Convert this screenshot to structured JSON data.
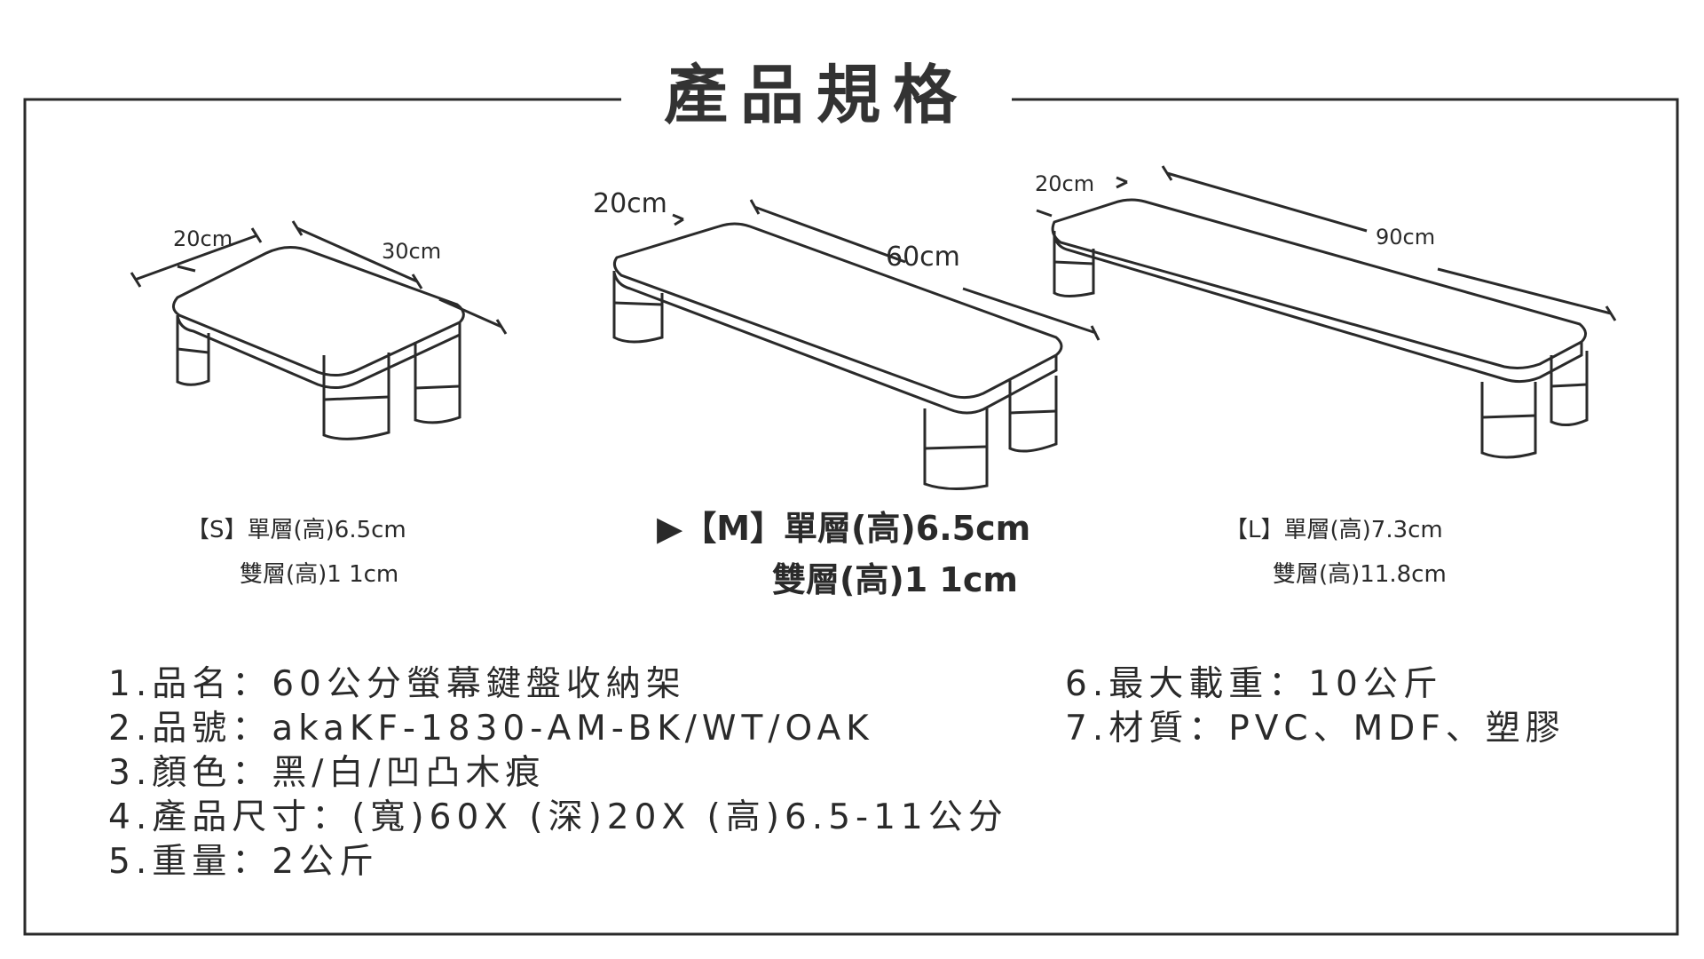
{
  "title": "產品規格",
  "products": {
    "s": {
      "dims": {
        "depth": "20cm",
        "width": "30cm"
      },
      "line1": "【S】單層(高)6.5cm",
      "line2": "雙層(高)1 1cm"
    },
    "m": {
      "dims": {
        "depth": "20cm",
        "width": "60cm"
      },
      "marker": "▶",
      "line1": "【M】單層(高)6.5cm",
      "line2": "雙層(高)1 1cm"
    },
    "l": {
      "dims": {
        "depth": "20cm",
        "width": "90cm"
      },
      "line1": "【L】單層(高)7.3cm",
      "line2": "雙層(高)11.8cm"
    }
  },
  "specs_left": [
    "1.品名：60公分螢幕鍵盤收納架",
    "2.品號：akaKF-1830-AM-BK/WT/OAK",
    "3.顏色：黑/白/凹凸木痕",
    "4.產品尺寸：(寬)60X (深)20X (高)6.5-11公分",
    "5.重量：2公斤"
  ],
  "specs_right": [
    "6.最大載重：10公斤",
    "7.材質：PVC、MDF、塑膠"
  ]
}
